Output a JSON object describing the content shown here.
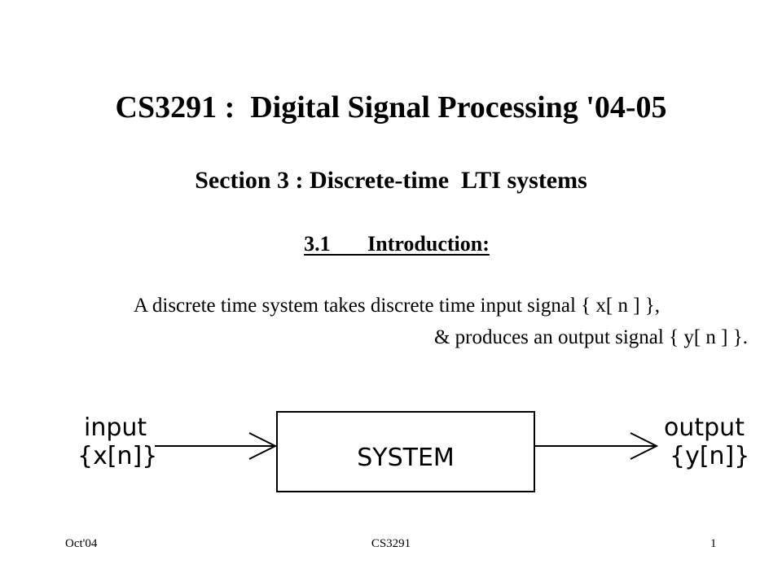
{
  "slide": {
    "title": "CS3291 :  Digital Signal Processing '04-05",
    "subtitle": "Section 3 : Discrete-time  LTI systems",
    "heading": "3.1       Introduction:",
    "body_line1": "A discrete time system takes discrete time input signal { x[ n ] },",
    "body_line2": "& produces an output signal { y[ n ] }."
  },
  "diagram": {
    "input_label": "input",
    "input_signal": "{x[n]}",
    "system_label": "SYSTEM",
    "output_label": "output",
    "output_signal": "{y[n]}"
  },
  "footer": {
    "date": "Oct'04",
    "course": "CS3291",
    "page": "1"
  }
}
